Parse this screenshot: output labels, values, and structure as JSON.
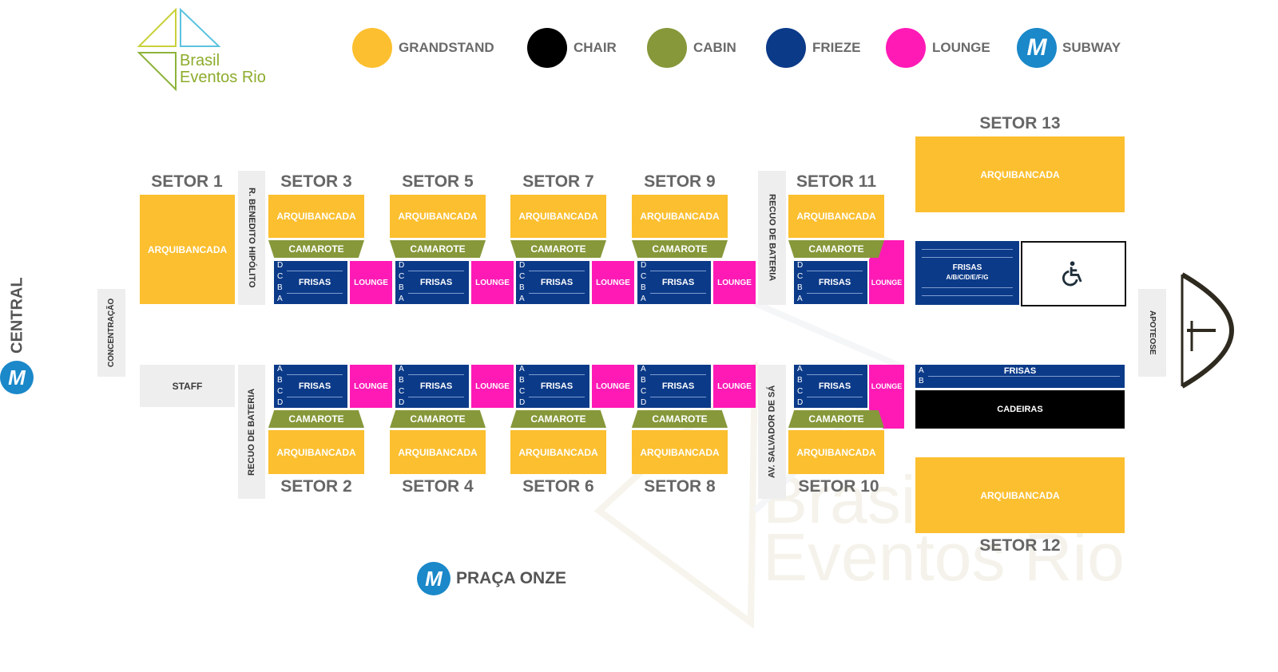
{
  "brand": {
    "line1": "Brasil",
    "line2": "Eventos Rio"
  },
  "watermark": {
    "line1": "Brasil",
    "line2": "Eventos Rio"
  },
  "legend": [
    {
      "label": "GRANDSTAND",
      "color": "#fcbf2f"
    },
    {
      "label": "CHAIR",
      "color": "#000000"
    },
    {
      "label": "CABIN",
      "color": "#86983a"
    },
    {
      "label": "FRIEZE",
      "color": "#0b3a88"
    },
    {
      "label": "LOUNGE",
      "color": "#ff1ab6"
    },
    {
      "label": "SUBWAY",
      "color": "#1a88c9",
      "icon": "metro-icon"
    }
  ],
  "metro_glyph": "M",
  "stations": {
    "central": "CENTRAL",
    "praca_onze": "PRAÇA ONZE"
  },
  "side_labels": {
    "concentracao": "CONCENTRAÇÃO",
    "apoteose": "APOTEOSE",
    "benedito": "R. BENEDITO HIPÓLITO",
    "recuo_bottom": "RECUO DE BATERIA",
    "recuo_top": "RECUO DE BATERIA",
    "salvador": "AV. SALVADOR DE SÁ"
  },
  "labels": {
    "arquibancada": "ARQUIBANCADA",
    "camarote": "CAMAROTE",
    "frisas": "FRISAS",
    "lounge": "LOUNGE",
    "staff": "STAFF",
    "cadeiras": "CADEIRAS",
    "frisas_13": "FRISAS",
    "frisas_13_rows": "A/B/C/D/E/F/G",
    "accessible_icon": "wheelchair-icon"
  },
  "frisa_rows_top": [
    "D",
    "C",
    "B",
    "A"
  ],
  "frisa_rows_bottom": [
    "A",
    "B",
    "C",
    "D"
  ],
  "frisa_rows_12": [
    "A",
    "B"
  ],
  "sectors": {
    "s1": "SETOR 1",
    "s2": "SETOR 2",
    "s3": "SETOR 3",
    "s4": "SETOR 4",
    "s5": "SETOR 5",
    "s6": "SETOR 6",
    "s7": "SETOR 7",
    "s8": "SETOR 8",
    "s9": "SETOR 9",
    "s10": "SETOR 10",
    "s11": "SETOR 11",
    "s12": "SETOR 12",
    "s13": "SETOR 13"
  }
}
